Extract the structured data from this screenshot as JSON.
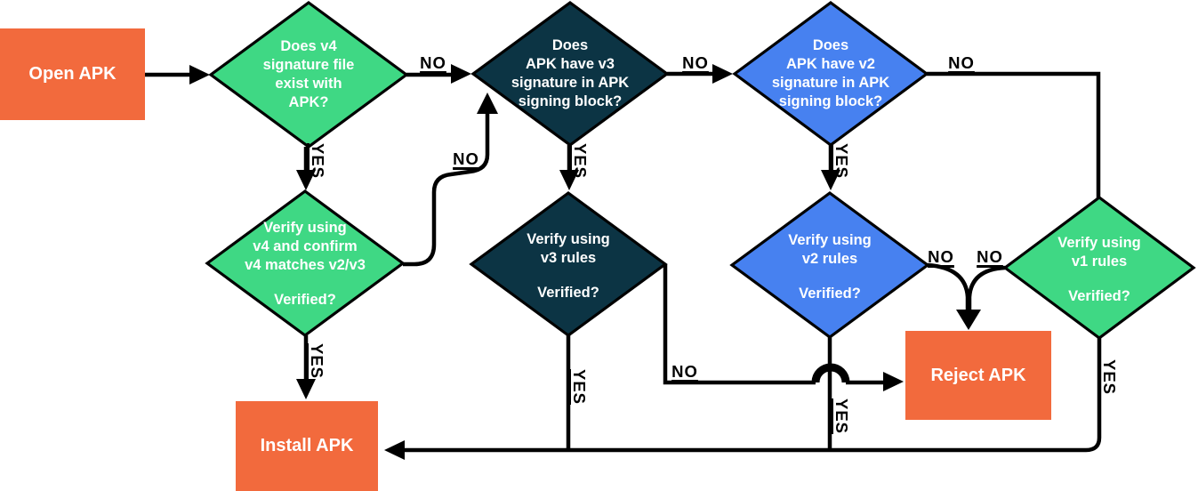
{
  "diagram": {
    "type": "flowchart",
    "subject": "APK signature verification",
    "colors": {
      "orange": "#F26A3D",
      "green": "#3FD884",
      "navy": "#0C3444",
      "blue": "#4781F0",
      "line": "#000000",
      "node_text": "#FFFFFF",
      "edge_label_text": "#000000"
    },
    "nodes": {
      "open_apk": {
        "shape": "rect",
        "color": "#F26A3D",
        "label": "Open APK"
      },
      "v4_exists": {
        "shape": "diamond",
        "color": "#3FD884",
        "question": "Does v4\nsignature file\nexist with\nAPK?"
      },
      "v3_in_block": {
        "shape": "diamond",
        "color": "#0C3444",
        "question": "Does\nAPK have v3\nsignature in APK\nsigning block?"
      },
      "v2_in_block": {
        "shape": "diamond",
        "color": "#4781F0",
        "question": "Does\nAPK have v2\nsignature in APK\nsigning block?"
      },
      "v4_verify": {
        "shape": "diamond",
        "color": "#3FD884",
        "question": "Verify using\nv4 and confirm\nv4 matches v2/v3",
        "sub": "Verified?"
      },
      "v3_verify": {
        "shape": "diamond",
        "color": "#0C3444",
        "question": "Verify using\nv3 rules",
        "sub": "Verified?"
      },
      "v2_verify": {
        "shape": "diamond",
        "color": "#4781F0",
        "question": "Verify using\nv2 rules",
        "sub": "Verified?"
      },
      "v1_verify": {
        "shape": "diamond",
        "color": "#3FD884",
        "question": "Verify using\nv1 rules",
        "sub": "Verified?"
      },
      "reject_apk": {
        "shape": "rect",
        "color": "#F26A3D",
        "label": "Reject APK"
      },
      "install_apk": {
        "shape": "rect",
        "color": "#F26A3D",
        "label": "Install APK"
      }
    },
    "edges": [
      {
        "from": "open_apk",
        "to": "v3_in_block... (start arrow)",
        "label": ""
      },
      {
        "from": "v4_exists",
        "to": "v3_in_block",
        "label": "NO"
      },
      {
        "from": "v4_exists",
        "to": "v4_verify",
        "label": "YES"
      },
      {
        "from": "v3_in_block",
        "to": "v2_in_block",
        "label": "NO"
      },
      {
        "from": "v3_in_block",
        "to": "v3_verify",
        "label": "YES"
      },
      {
        "from": "v2_in_block",
        "to": "v1_verify",
        "label": "NO"
      },
      {
        "from": "v2_in_block",
        "to": "v2_verify",
        "label": "YES"
      },
      {
        "from": "v4_verify",
        "to": "v3_in_block",
        "label": "NO"
      },
      {
        "from": "v4_verify",
        "to": "install_apk",
        "label": "YES"
      },
      {
        "from": "v3_verify",
        "to": "reject_apk",
        "label": "NO"
      },
      {
        "from": "v3_verify",
        "to": "install_apk",
        "label": "YES"
      },
      {
        "from": "v2_verify",
        "to": "reject_apk",
        "label": "NO"
      },
      {
        "from": "v2_verify",
        "to": "install_apk",
        "label": "YES"
      },
      {
        "from": "v1_verify",
        "to": "reject_apk",
        "label": "NO"
      },
      {
        "from": "v1_verify",
        "to": "install_apk",
        "label": "YES"
      }
    ]
  }
}
